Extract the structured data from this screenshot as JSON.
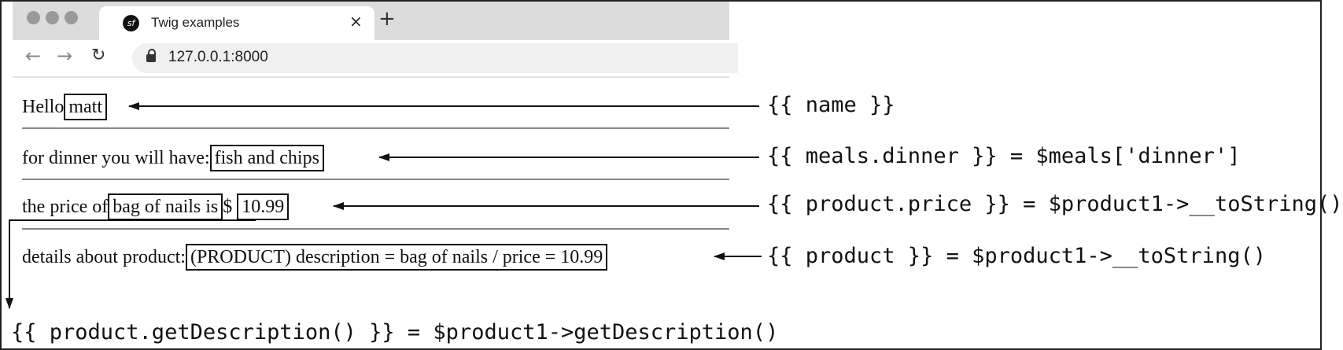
{
  "browser": {
    "tab_title": "Twig examples",
    "tab_close": "×",
    "new_tab": "+",
    "url": "127.0.0.1:8000",
    "back": "←",
    "forward": "→",
    "reload": "↻"
  },
  "page": {
    "hello_prefix": "Hello",
    "hello_value": "matt",
    "dinner_prefix": "for dinner you will have:",
    "dinner_value": "fish and chips",
    "price_prefix": "the price of",
    "price_desc": "bag of nails is",
    "price_currency": "$",
    "price_value": "10.99",
    "details_prefix": "details about product:",
    "details_value": "(PRODUCT) description = bag of nails / price = 10.99"
  },
  "annotations": {
    "name": "{{ name }}",
    "dinner": "{{ meals.dinner }} = $meals['dinner']",
    "price": "{{ product.price }} = $product1->__toString()",
    "product": "{{ product }} = $product1->__toString()",
    "description": "{{ product.getDescription() }} = $product1->getDescription()"
  }
}
